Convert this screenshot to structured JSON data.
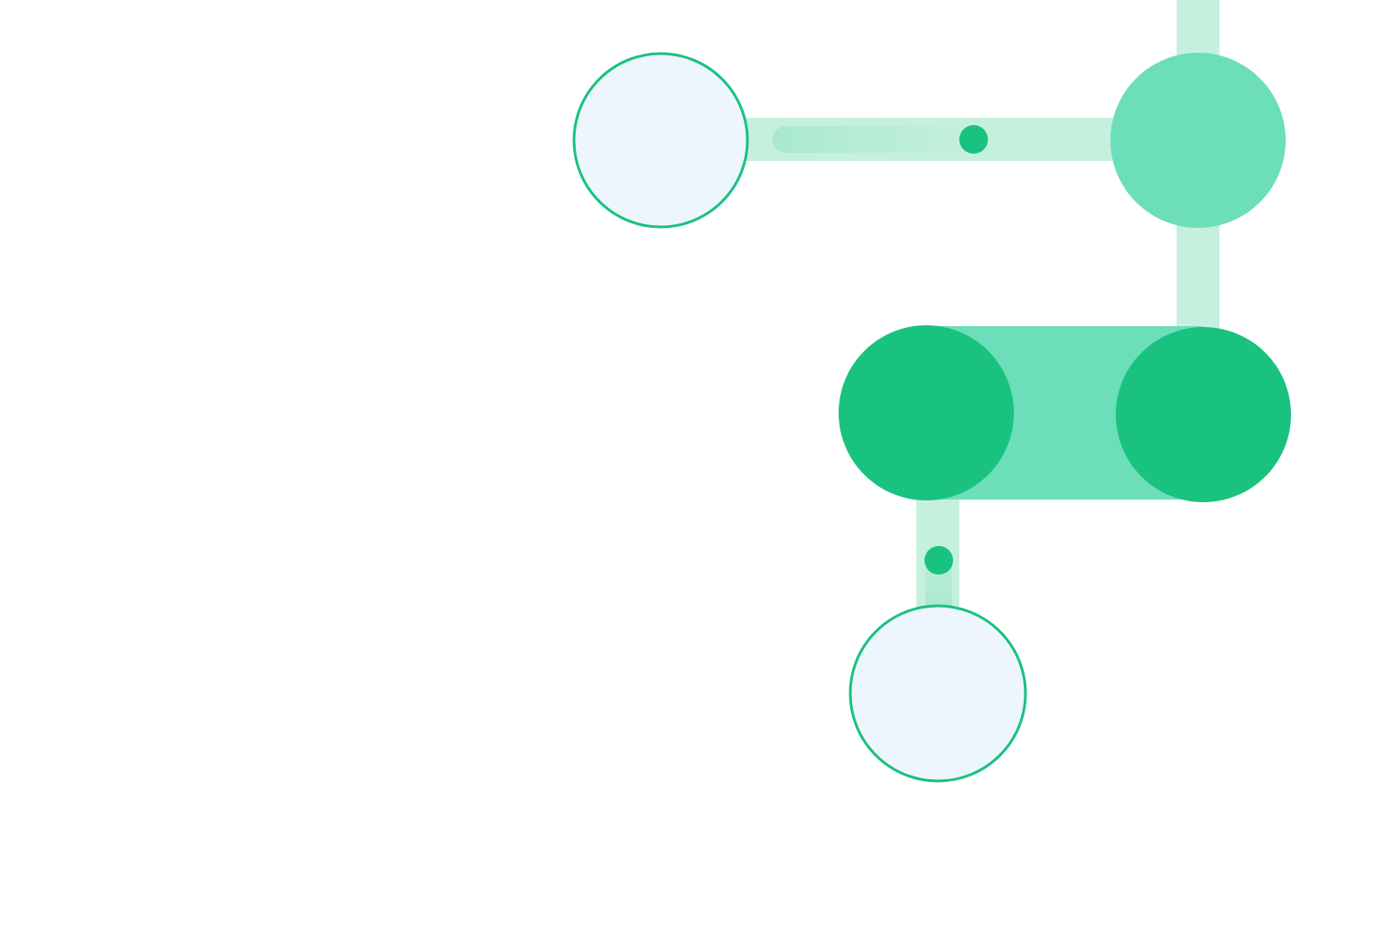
{
  "colors": {
    "background": "#ffffff",
    "track": "#c5f0de",
    "group_fill": "#6cdeb9",
    "node_active": "#19c27f",
    "node_intermediate": "#6cdeb9",
    "node_idle_fill": "#edf5fd",
    "node_idle_stroke": "#19c27f",
    "progress_dot": "#19c27f",
    "progress_trail": "#a9e9cd"
  },
  "diagram": {
    "kind": "node-graph",
    "nodes": [
      {
        "id": "node-top-left",
        "state": "idle"
      },
      {
        "id": "node-top-right",
        "state": "intermediate"
      },
      {
        "id": "node-middle-left",
        "state": "active"
      },
      {
        "id": "node-middle-right",
        "state": "active"
      },
      {
        "id": "node-bottom",
        "state": "idle"
      }
    ],
    "edges": [
      {
        "from": "node-top-right",
        "to": "offscreen-top",
        "style": "track"
      },
      {
        "from": "node-top-left",
        "to": "node-top-right",
        "style": "track",
        "progress": 0.55
      },
      {
        "from": "node-top-right",
        "to": "node-middle-right",
        "style": "track"
      },
      {
        "from": "node-middle-left",
        "to": "node-middle-right",
        "style": "group"
      },
      {
        "from": "node-middle-left",
        "to": "node-bottom",
        "style": "track",
        "progress": 0.6
      }
    ]
  }
}
